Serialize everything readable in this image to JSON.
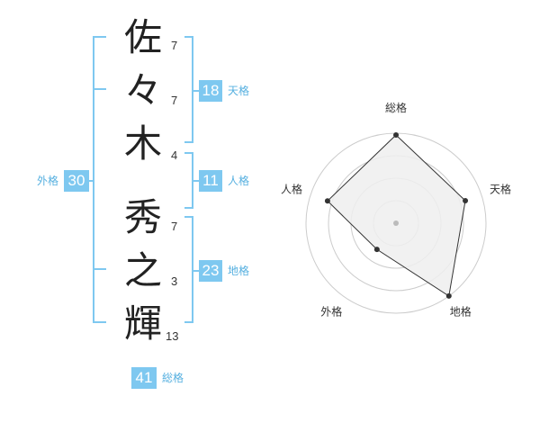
{
  "name_chars": [
    {
      "char": "佐",
      "strokes": "7"
    },
    {
      "char": "々",
      "strokes": "7"
    },
    {
      "char": "木",
      "strokes": "4"
    },
    {
      "char": "秀",
      "strokes": "7"
    },
    {
      "char": "之",
      "strokes": "3"
    },
    {
      "char": "輝",
      "strokes": "13"
    }
  ],
  "fortune": {
    "tenkaku": {
      "value": "18",
      "label": "天格"
    },
    "jinkaku": {
      "value": "11",
      "label": "人格"
    },
    "chikaku": {
      "value": "23",
      "label": "地格"
    },
    "gaikaku": {
      "value": "30",
      "label": "外格"
    },
    "soukaku": {
      "value": "41",
      "label": "総格"
    }
  },
  "radar": {
    "axes": [
      "総格",
      "天格",
      "地格",
      "外格",
      "人格"
    ],
    "levels": 4,
    "scores": [
      0.98,
      0.81,
      1.0,
      0.36,
      0.8
    ],
    "colors": {
      "ring": "#cccccc",
      "fill": "#efefef",
      "line": "#333333",
      "center": "#bbbbbb"
    }
  },
  "colors": {
    "accent": "#7ec8f0",
    "accent_text": "#56b0e0"
  }
}
